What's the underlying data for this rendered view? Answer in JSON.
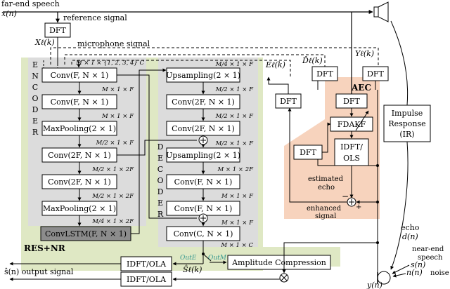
{
  "labels": {
    "far_end": "far-end speech",
    "x_n": "x(n)",
    "reference_signal": "reference signal",
    "x_k": "Xℓ(k)",
    "microphone_signal": "microphone signal",
    "e_k": "Eℓ(k)",
    "d_k": "D̂ℓ(k)",
    "y_k": "Yℓ(k)",
    "aec": "AEC",
    "res_nr": "RES+NR",
    "encoder_letters": [
      "E",
      "N",
      "C",
      "O",
      "D",
      "E",
      "R"
    ],
    "decoder_letters": [
      "D",
      "E",
      "C",
      "O",
      "D",
      "E",
      "R"
    ],
    "impulse": [
      "Impulse",
      "Response",
      "(IR)"
    ],
    "estimated_echo": [
      "estimated",
      "echo"
    ],
    "enhanced_signal": [
      "enhanced",
      "signal"
    ],
    "echo_label": [
      "echo",
      "d(n)"
    ],
    "near_end": [
      "near-end",
      "speech",
      "s(n)"
    ],
    "noise": "n(n)",
    "noise_word": "noise",
    "y_n": "y(n)",
    "output_signal": "ŝ(n)  output signal",
    "s_hat_k": "Ŝℓ(k)",
    "out_e": "OutE",
    "out_m": "OutM",
    "minus": "−",
    "plus_sign": "+"
  },
  "blocks": {
    "dft_ref": "DFT",
    "dft_d": "DFT",
    "dft_y": "DFT",
    "dft_e": "DFT",
    "dft_aec_top": "DFT",
    "fdakf": "FDAKF",
    "dft_aec_left": "DFT",
    "idft_ols": [
      "IDFT/",
      "OLS"
    ],
    "idft_ola_1": "IDFT/OLA",
    "idft_ola_2": "IDFT/OLA",
    "amplitude": "Amplitude Compression",
    "enc": [
      "Conv(F, N × 1)",
      "Conv(F, N × 1)",
      "MaxPooling(2 × 1)",
      "Conv(2F, N × 1)",
      "Conv(2F, N × 1)",
      "MaxPooling(2 × 1)"
    ],
    "convlstm": "ConvLSTM(F, N × 1)",
    "dec": [
      "Upsampling(2 × 1)",
      "Conv(2F, N × 1)",
      "Conv(2F, N × 1)",
      "Upsampling(2 × 1)",
      "Conv(F, N × 1)",
      "Conv(F, N × 1)",
      "Conv(C, N × 1)"
    ]
  },
  "dims": {
    "enc": [
      "M × 1 × {1, 2, 3, 4} C",
      "M × 1 × F",
      "M × 1 × F",
      "M/2 × 1 × F",
      "M/2 × 1 × 2F",
      "M/2 × 1 × 2F",
      "M/4 × 1 × 2F"
    ],
    "dec": [
      "M/4 × 1 × F",
      "M/2 × 1 × F",
      "M/2 × 1 × F",
      "M/2 × 1 × F",
      "M × 1 × 2F",
      "M × 1 × F",
      "M × 1 × F",
      "M × 1 × C"
    ]
  },
  "colors": {
    "green_bg": "#dfe8c4",
    "gray_bg": "#dcdcdc",
    "orange_bg": "#f7d3bd",
    "dark_block": "#8c8c8c",
    "teal_text": "#3a9a90"
  }
}
